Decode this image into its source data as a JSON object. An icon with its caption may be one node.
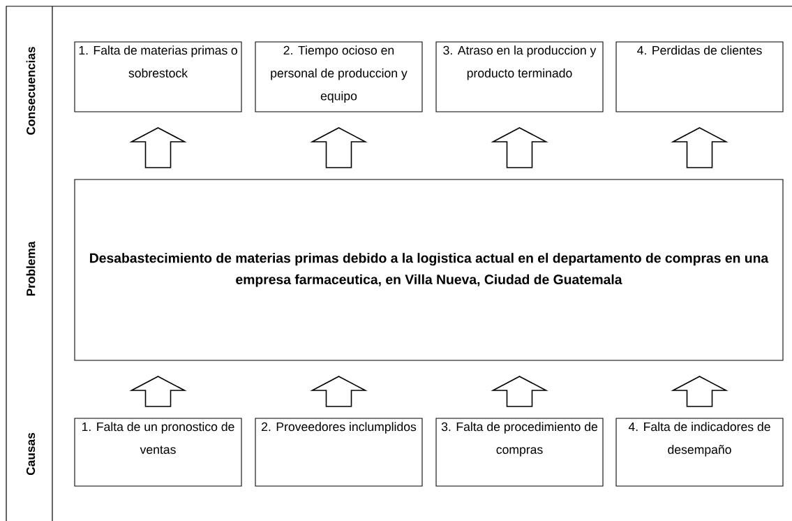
{
  "diagram": {
    "nodes": [
      {
        "text": [
          "1. Falta de materias primas o sobrestock"
        ]
      },
      {
        "text": [
          "2. Tiempo ocioso en personal de produccion y equipo"
        ]
      },
      {
        "text": [
          "3. Atraso en la produccion y producto terminado"
        ]
      },
      {
        "text": [
          "4. Perdidas de clientes"
        ]
      },
      {
        "text": [
          "Desabastecimiento de materias primas debido a la logistica actual en el departamento de compras en una empresa farmaceutica, en Villa Nueva, Ciudad de Guatemala"
        ]
      },
      {
        "text": [
          "1. Falta de un pronostico de ventas"
        ]
      },
      {
        "text": [
          "2. Proveedores inclumplidos"
        ]
      },
      {
        "text": [
          "3. Falta de procedimiento de compras"
        ]
      },
      {
        "text": [
          "4. Falta de indicadores de desempaño"
        ]
      }
    ],
    "edges": [
      {
        "from": 5,
        "to": 4,
        "arrow": "to"
      },
      {
        "from": 6,
        "to": 4,
        "arrow": "to"
      },
      {
        "from": 7,
        "to": 4,
        "arrow": "to"
      },
      {
        "from": 8,
        "to": 4,
        "arrow": "to"
      },
      {
        "from": 4,
        "to": 0,
        "arrow": "to"
      },
      {
        "from": 4,
        "to": 1,
        "arrow": "to"
      },
      {
        "from": 4,
        "to": 2,
        "arrow": "to"
      },
      {
        "from": 4,
        "to": 3,
        "arrow": "to"
      }
    ],
    "labels": [
      "Consecuencias",
      "Problema",
      "Causas"
    ]
  }
}
